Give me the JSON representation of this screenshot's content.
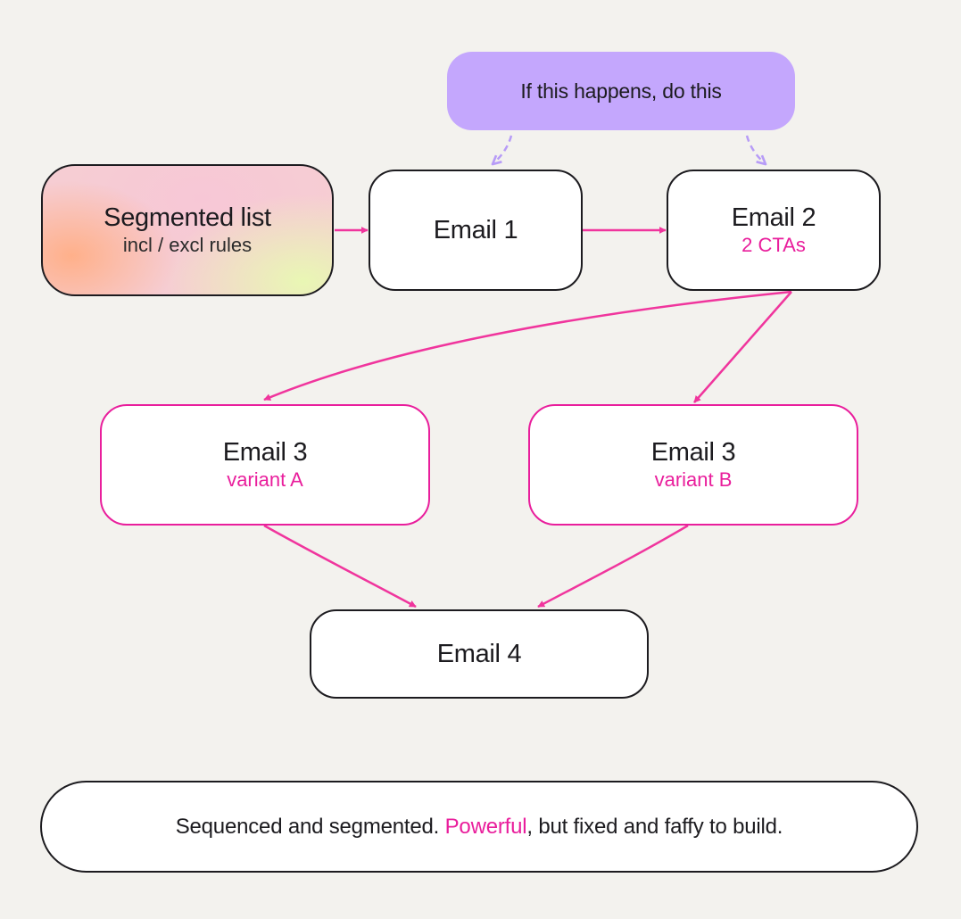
{
  "trigger": {
    "label": "If this happens, do this"
  },
  "nodes": {
    "segmented": {
      "title": "Segmented list",
      "sub": "incl / excl rules"
    },
    "email1": {
      "title": "Email 1"
    },
    "email2": {
      "title": "Email 2",
      "sub": "2 CTAs"
    },
    "email3a": {
      "title": "Email 3",
      "sub": "variant A"
    },
    "email3b": {
      "title": "Email 3",
      "sub": "variant B"
    },
    "email4": {
      "title": "Email 4"
    }
  },
  "caption": {
    "before": "Sequenced and segmented. ",
    "highlight": "Powerful",
    "after": ", but fixed and faffy to build."
  },
  "colors": {
    "accent": "#e91e9c",
    "trigger": "#c4a7fd",
    "background": "#f3f2ee",
    "outline": "#1c1b1f"
  }
}
